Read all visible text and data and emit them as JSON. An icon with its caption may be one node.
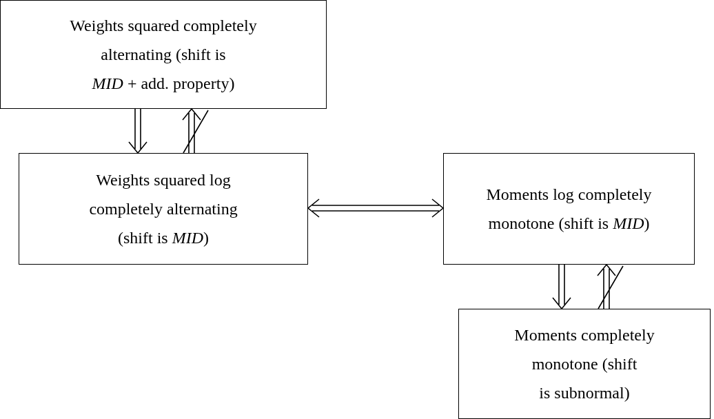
{
  "diagram": {
    "nodes": [
      {
        "text": [
          "Weights squared completely alternating (shift is *MID* + add. property)"
        ]
      },
      {
        "text": [
          "Weights squared log completely alternating (shift is *MID*)"
        ]
      },
      {
        "text": [
          "Moments log completely monotone (shift is *MID*)"
        ]
      },
      {
        "text": [
          "Moments completely monotone (shift is subnormal)"
        ]
      }
    ],
    "edges": [
      {
        "from": 0,
        "to": 1,
        "arrow": "to"
      },
      {
        "from": 1,
        "to": 0,
        "arrow": "to"
      },
      {
        "from": 1,
        "to": 2,
        "arrow": "both"
      },
      {
        "from": 2,
        "to": 3,
        "arrow": "to"
      },
      {
        "from": 3,
        "to": 2,
        "arrow": "to"
      }
    ]
  }
}
